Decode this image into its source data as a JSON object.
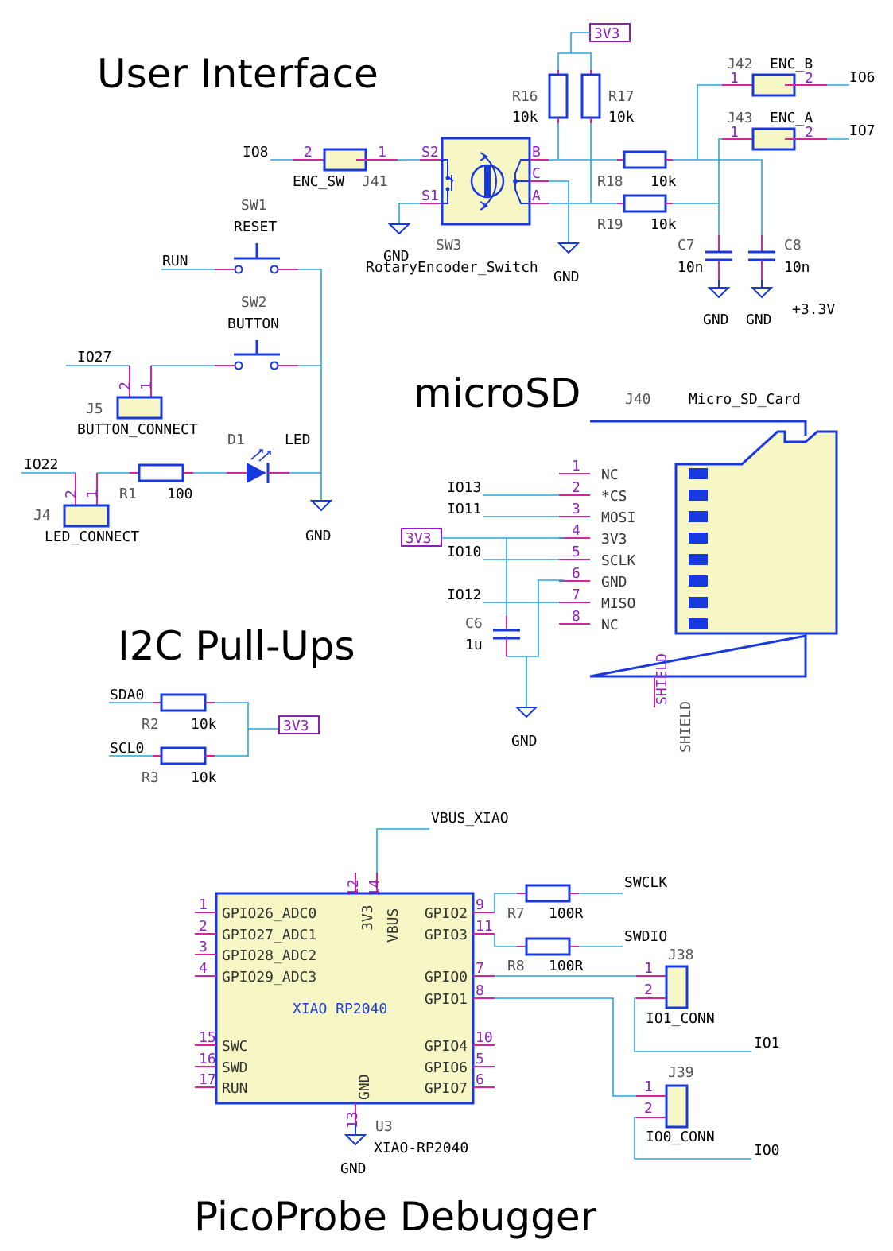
{
  "titles": {
    "user_interface": "User Interface",
    "microsd": "microSD",
    "i2c": "I2C Pull-Ups",
    "picoprobe": "PicoProbe Debugger"
  },
  "colors": {
    "wire": "#2aa4e0",
    "pin": "#d2259a",
    "symbol": "#1838e0",
    "body_fill": "#f6f7c4",
    "pin_text": "#8e1fbe"
  },
  "power": {
    "v3v3": "3V3",
    "gnd": "GND",
    "plus33": "+3.3V"
  },
  "user_interface": {
    "j41": {
      "ref": "J41",
      "value": "ENC_SW",
      "pin1": "1",
      "pin2": "2",
      "net": "IO8"
    },
    "sw3": {
      "ref": "SW3",
      "value": "RotaryEncoder_Switch",
      "pins": [
        "S2",
        "S1",
        "B",
        "C",
        "A"
      ]
    },
    "r16": {
      "ref": "R16",
      "value": "10k"
    },
    "r17": {
      "ref": "R17",
      "value": "10k"
    },
    "r18": {
      "ref": "R18",
      "value": "10k"
    },
    "r19": {
      "ref": "R19",
      "value": "10k"
    },
    "c7": {
      "ref": "C7",
      "value": "10n"
    },
    "c8": {
      "ref": "C8",
      "value": "10n"
    },
    "j42": {
      "ref": "J42",
      "value": "ENC_B",
      "pin1": "1",
      "pin2": "2",
      "net": "IO6"
    },
    "j43": {
      "ref": "J43",
      "value": "ENC_A",
      "pin1": "1",
      "pin2": "2",
      "net": "IO7"
    },
    "sw1": {
      "ref": "SW1",
      "value": "RESET",
      "net": "RUN"
    },
    "sw2": {
      "ref": "SW2",
      "value": "BUTTON"
    },
    "j5": {
      "ref": "J5",
      "value": "BUTTON_CONNECT",
      "pin1": "1",
      "pin2": "2",
      "net": "IO27"
    },
    "d1": {
      "ref": "D1",
      "value": "LED"
    },
    "r1": {
      "ref": "R1",
      "value": "100"
    },
    "j4": {
      "ref": "J4",
      "value": "LED_CONNECT",
      "pin1": "1",
      "pin2": "2",
      "net": "IO22"
    }
  },
  "microsd": {
    "j40": {
      "ref": "J40",
      "value": "Micro_SD_Card"
    },
    "pins": [
      {
        "num": "1",
        "name": "NC",
        "net": ""
      },
      {
        "num": "2",
        "name": "*CS",
        "net": "IO13"
      },
      {
        "num": "3",
        "name": "MOSI",
        "net": "IO11"
      },
      {
        "num": "4",
        "name": "3V3",
        "net": "3V3"
      },
      {
        "num": "5",
        "name": "SCLK",
        "net": "IO10"
      },
      {
        "num": "6",
        "name": "GND",
        "net": "GND"
      },
      {
        "num": "7",
        "name": "MISO",
        "net": "IO12"
      },
      {
        "num": "8",
        "name": "NC",
        "net": ""
      }
    ],
    "shield_pin": "SHIELD",
    "shield_net": "SHIELD",
    "c6": {
      "ref": "C6",
      "value": "1u"
    }
  },
  "i2c": {
    "r2": {
      "ref": "R2",
      "value": "10k",
      "net": "SDA0"
    },
    "r3": {
      "ref": "R3",
      "value": "10k",
      "net": "SCL0"
    }
  },
  "picoprobe": {
    "u3": {
      "ref": "U3",
      "value": "XIAO-RP2040",
      "body_label": "XIAO RP2040"
    },
    "vbus_net": "VBUS_XIAO",
    "left_pins": [
      {
        "num": "1",
        "name": "GPIO26_ADC0"
      },
      {
        "num": "2",
        "name": "GPIO27_ADC1"
      },
      {
        "num": "3",
        "name": "GPIO28_ADC2"
      },
      {
        "num": "4",
        "name": "GPIO29_ADC3"
      },
      {
        "num": "15",
        "name": "SWC"
      },
      {
        "num": "16",
        "name": "SWD"
      },
      {
        "num": "17",
        "name": "RUN"
      }
    ],
    "right_pins": [
      {
        "num": "9",
        "name": "GPIO2"
      },
      {
        "num": "11",
        "name": "GPIO3"
      },
      {
        "num": "7",
        "name": "GPIO0"
      },
      {
        "num": "8",
        "name": "GPIO1"
      },
      {
        "num": "10",
        "name": "GPIO4"
      },
      {
        "num": "5",
        "name": "GPIO6"
      },
      {
        "num": "6",
        "name": "GPIO7"
      }
    ],
    "top_pins": [
      {
        "num": "12",
        "name": "3V3"
      },
      {
        "num": "14",
        "name": "VBUS"
      }
    ],
    "bottom_pin": {
      "num": "13",
      "name": "GND"
    },
    "r7": {
      "ref": "R7",
      "value": "100R",
      "net": "SWCLK"
    },
    "r8": {
      "ref": "R8",
      "value": "100R",
      "net": "SWDIO"
    },
    "j38": {
      "ref": "J38",
      "value": "IO1_CONN",
      "pin1": "1",
      "pin2": "2",
      "net": "IO1"
    },
    "j39": {
      "ref": "J39",
      "value": "IO0_CONN",
      "pin1": "1",
      "pin2": "2",
      "net": "IO0"
    }
  }
}
